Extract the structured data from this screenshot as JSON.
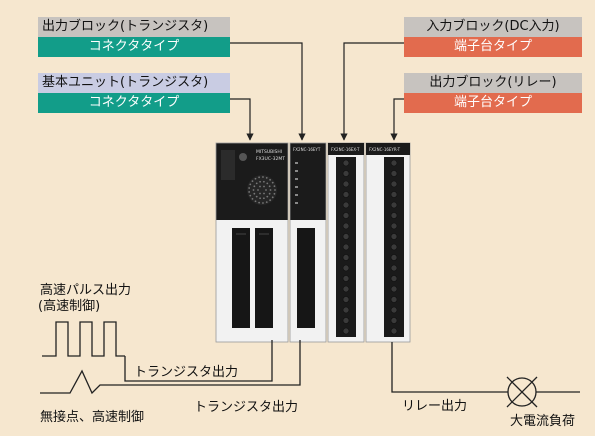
{
  "colors": {
    "background": "#f6e7cf",
    "label_purple": "#c9cce3",
    "label_gray": "#c7c3bf",
    "connector_teal": "#129d89",
    "terminal_orange": "#e26b4e",
    "line": "#222222"
  },
  "labels": {
    "output_block_tr": {
      "title": "出力ブロック(トランジスタ)",
      "type": "コネクタタイプ"
    },
    "base_unit_tr": {
      "title": "基本ユニット(トランジスタ)",
      "type": "コネクタタイプ"
    },
    "input_block_dc": {
      "title": "入力ブロック(DC入力)",
      "type": "端子台タイプ"
    },
    "output_block_relay": {
      "title": "出力ブロック(リレー)",
      "type": "端子台タイプ"
    }
  },
  "signals": {
    "highspeed_pulse": "高速パルス出力",
    "highspeed_control_paren": "(高速制御)",
    "transistor_output_1": "トランジスタ出力",
    "transistor_output_2": "トランジスタ出力",
    "contactless": "無接点、高速制御",
    "relay_output": "リレー出力",
    "large_current_load": "大電流負荷"
  },
  "device": {
    "base_brand": "MITSUBISHI",
    "base_model": "FX3UC-32MT",
    "out_block_model": "FX2NC-16EYT",
    "in_block_model": "FX2NC-16EX-T",
    "relay_block_model": "FX2NC-16EYR-T"
  }
}
